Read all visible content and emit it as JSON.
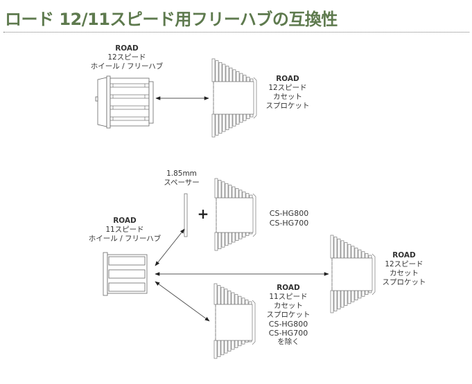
{
  "title": "ロード 12/11スピード用フリーハブの互換性",
  "section_top": {
    "freehub_label": [
      "ROAD",
      "12スピード",
      "ホイール / フリーハブ"
    ],
    "cassette_label": [
      "ROAD",
      "12スピード",
      "カセット",
      "スプロケット"
    ]
  },
  "section_bottom": {
    "spacer_label": [
      "1.85mm",
      "スペーサー"
    ],
    "plus_sign": "+",
    "hg_cassette_label": [
      "CS-HG800",
      "CS-HG700"
    ],
    "freehub_label": [
      "ROAD",
      "11スピード",
      "ホイール / フリーハブ"
    ],
    "cassette12_label": [
      "ROAD",
      "12スピード",
      "カセット",
      "スプロケット"
    ],
    "cassette11_label": [
      "ROAD",
      "11スピード",
      "カセット",
      "スプロケット",
      "CS-HG800",
      "CS-HG700",
      "を除く"
    ]
  },
  "colors": {
    "title": "#5e7a4e",
    "line": "#555555",
    "arrow": "#222222"
  }
}
